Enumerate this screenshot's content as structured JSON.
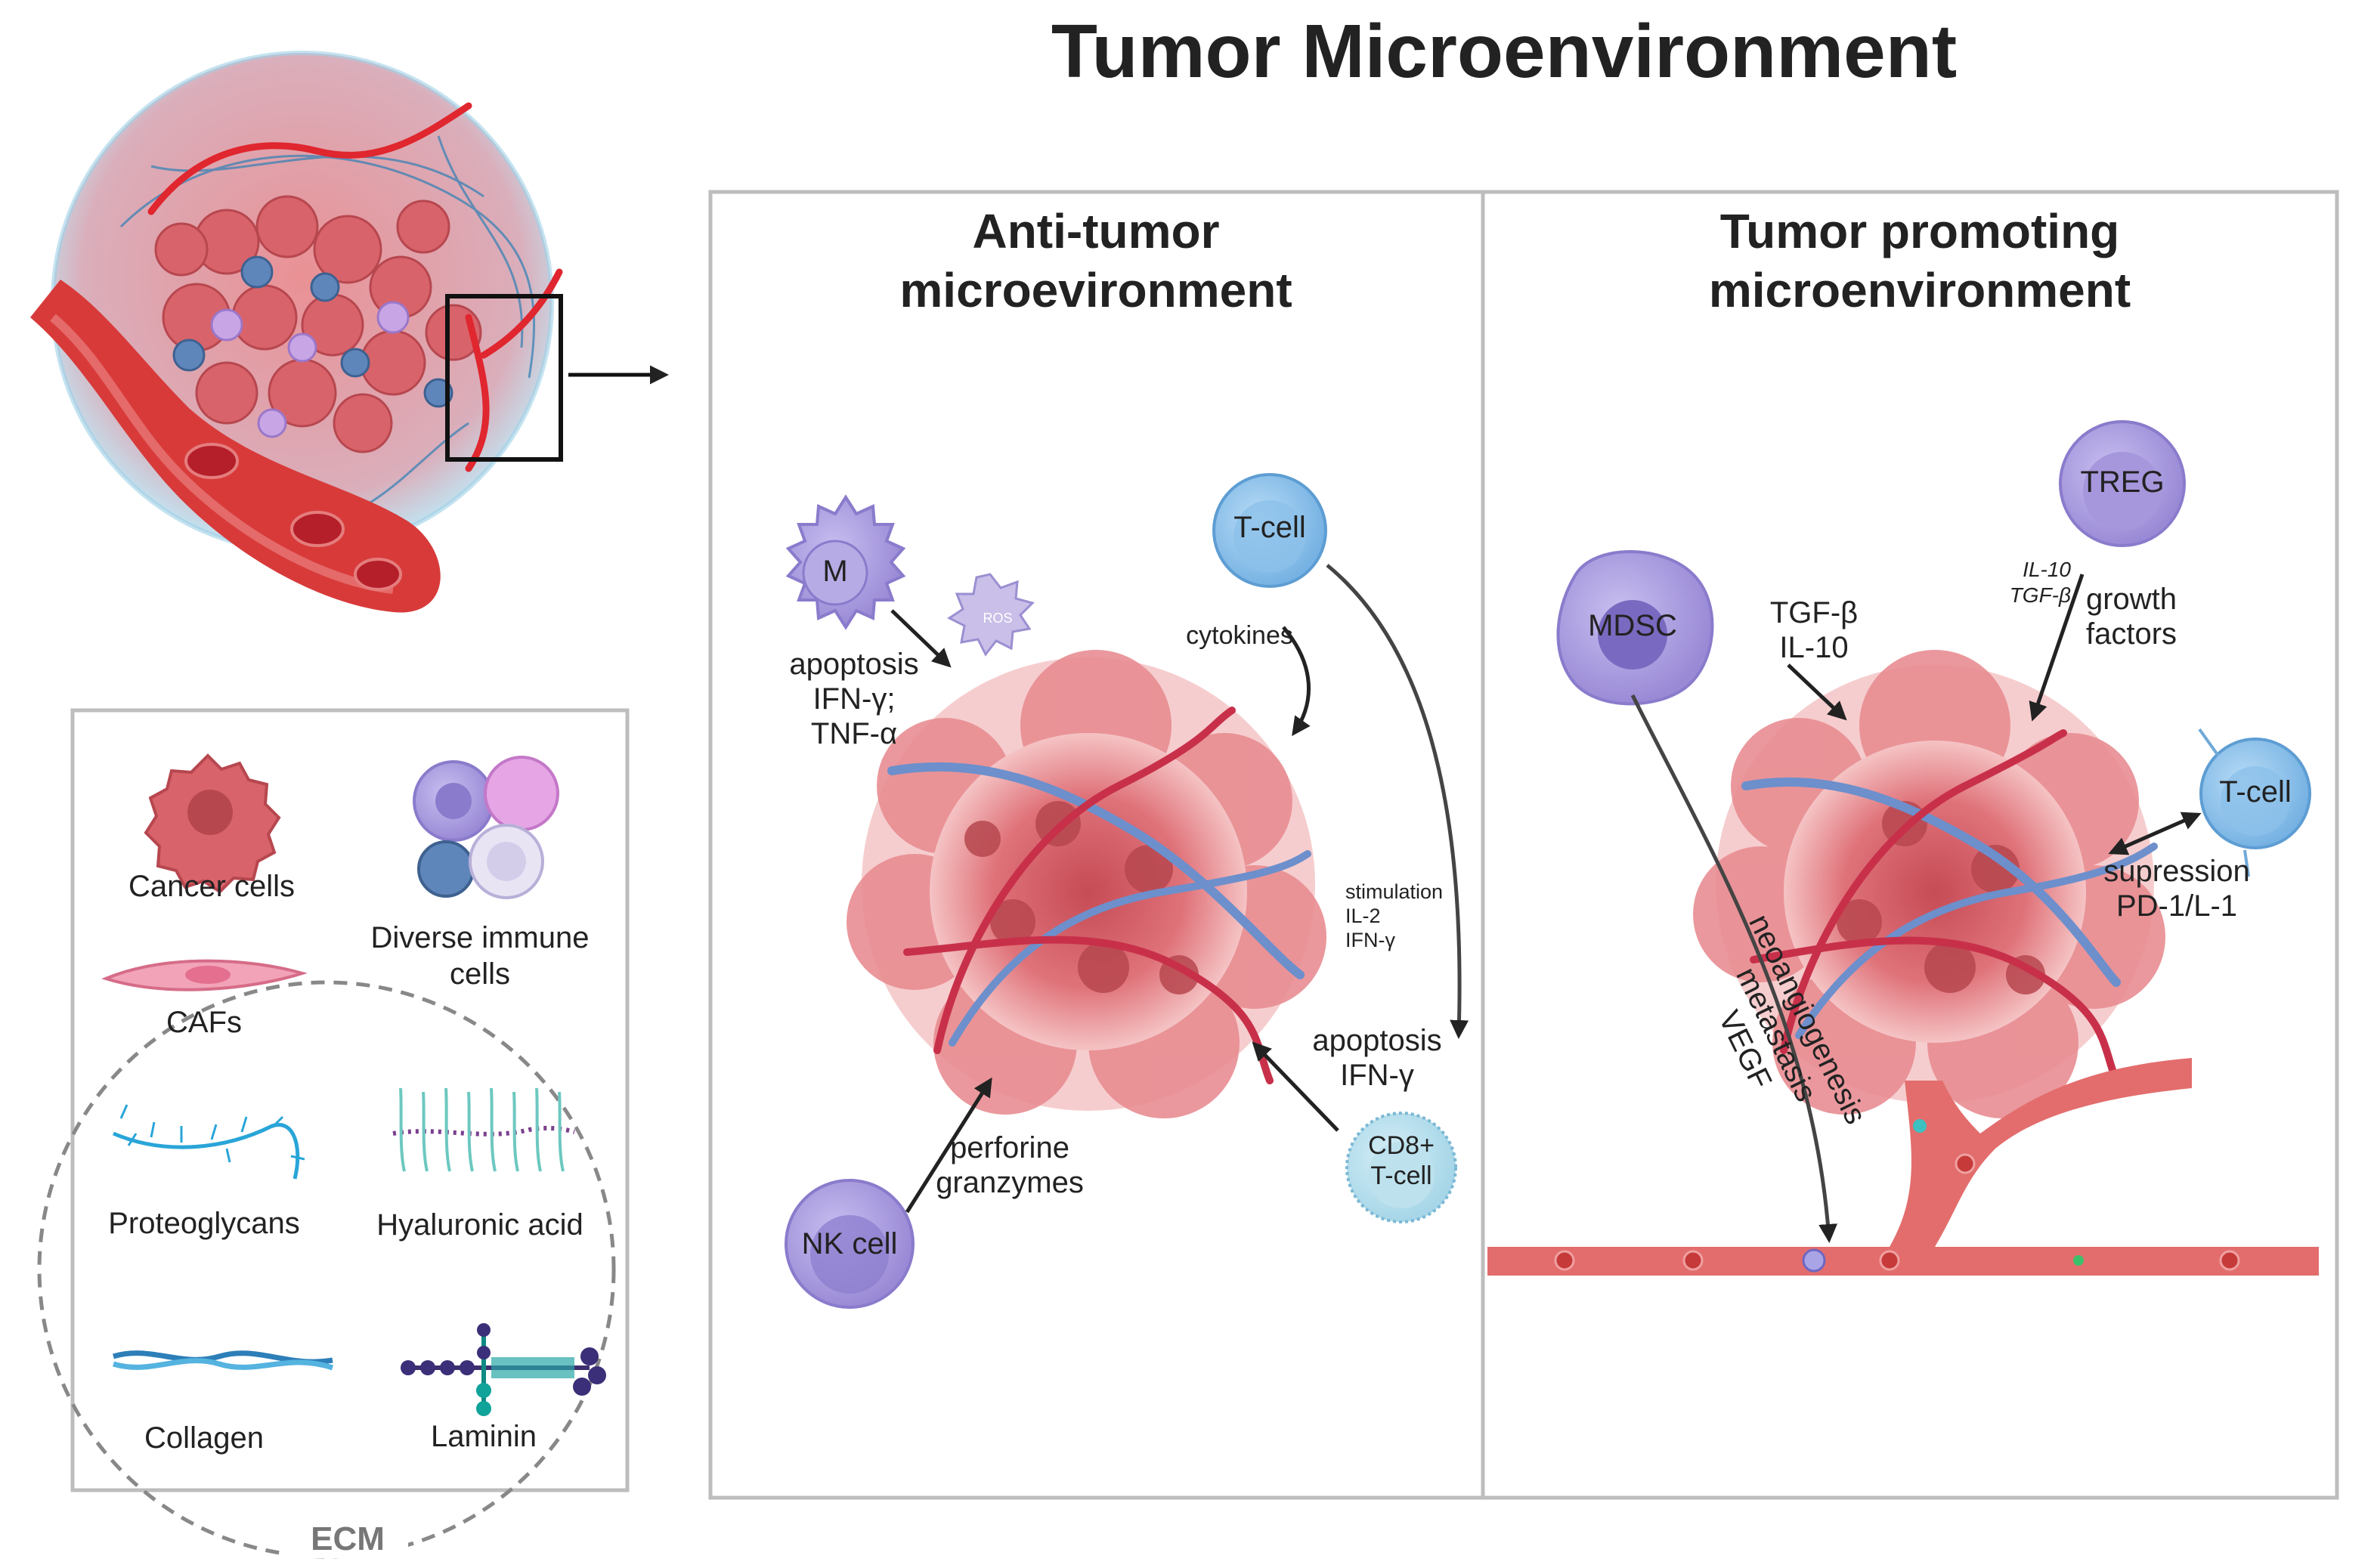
{
  "title": "Tumor Microenvironment",
  "panels": {
    "anti": {
      "heading_1": "Anti-tumor",
      "heading_2": "microevironment",
      "cells": {
        "macrophage": "M",
        "ros": "ROS",
        "tcell": "T-cell",
        "nk": "NK cell",
        "cd8_1": "CD8+",
        "cd8_2": "T-cell"
      },
      "labels": {
        "apoptosis_1": "apoptosis",
        "ifn_1": "IFN-γ;",
        "tnf": "TNF-α",
        "cytokines": "cytokines",
        "stim_1": "stimulation",
        "stim_2": "IL-2",
        "stim_3": "IFN-γ",
        "apoptosis_2": "apoptosis",
        "ifn_2": "IFN-γ",
        "perforine": "perforine",
        "granzymes": "granzymes"
      }
    },
    "promo": {
      "heading_1": "Tumor promoting",
      "heading_2": "microenvironment",
      "cells": {
        "mdsc": "MDSC",
        "treg": "TREG",
        "tcell": "T-cell"
      },
      "labels": {
        "tgf_1": "TGF-β",
        "il10_1": "IL-10",
        "il10_small": "IL-10",
        "tgf_small": "TGF-β",
        "growth": "growth",
        "factors": "factors",
        "supression": "supression",
        "pd1": "PD-1/L-1",
        "neo": "neoangiogenesis",
        "meta": "metastasis",
        "vegf": "VEGF"
      }
    }
  },
  "legend": {
    "cancer": "Cancer cells",
    "immune_1": "Diverse immune",
    "immune_2": "cells",
    "cafs": "CAFs",
    "proteoglycans": "Proteoglycans",
    "hyaluronic": "Hyaluronic acid",
    "collagen": "Collagen",
    "laminin": "Laminin",
    "ecm": "ECM"
  },
  "colors": {
    "tumor": "#d9636a",
    "tumor_dark": "#b7474f",
    "vessel": "#d83a3a",
    "tcell": "#8fc3ea",
    "purple": "#9c8fd8",
    "frame": "#bdbdbd"
  }
}
